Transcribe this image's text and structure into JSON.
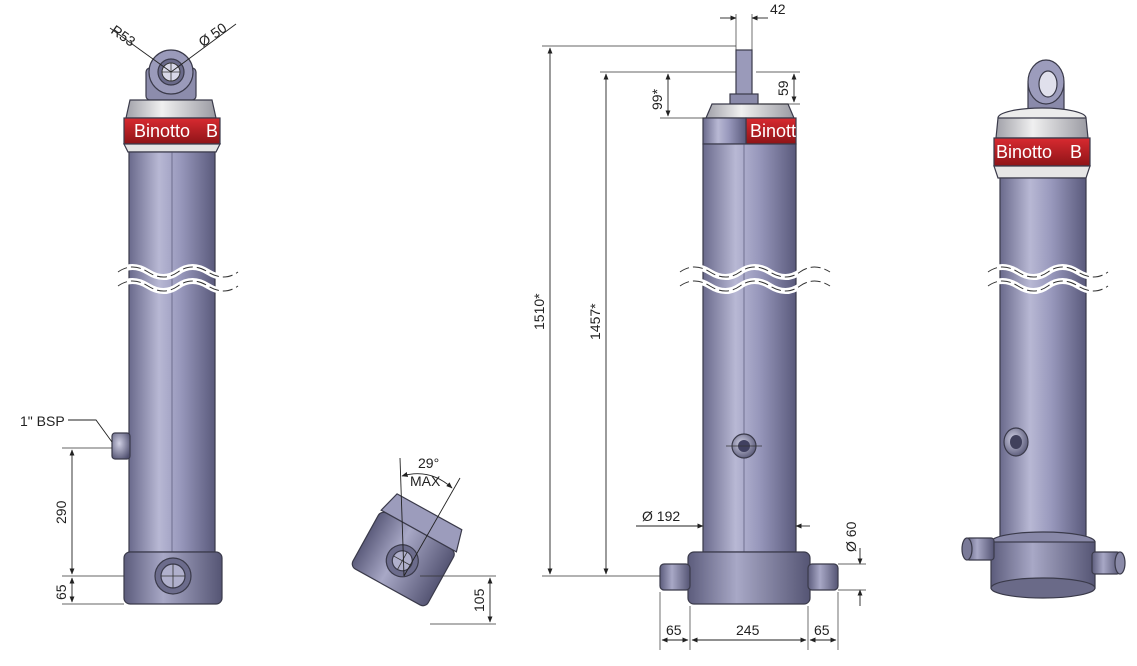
{
  "brand": "Binotto",
  "brand_partial": "B",
  "dimensions": {
    "radius_eye": "R53",
    "pin_diameter": "Ø 50",
    "port": "1\" BSP",
    "port_height": "290",
    "base_height": "65",
    "tilt_angle": "29°",
    "tilt_max": "MAX",
    "side_offset": "105",
    "top_width": "42",
    "top_offset_a": "59",
    "top_offset_b": "99*",
    "overall_length": "1510*",
    "closed_length": "1457*",
    "body_diameter": "Ø 192",
    "trunnion_diameter": "Ø 60",
    "trunnion_left": "65",
    "trunnion_span": "245",
    "trunnion_right": "65"
  },
  "colors": {
    "body": "#9696b6",
    "body_dark": "#5f5f80",
    "body_light": "#c4c4dc",
    "brand_band": "#b81c22",
    "gland": "#dcdcdc"
  }
}
